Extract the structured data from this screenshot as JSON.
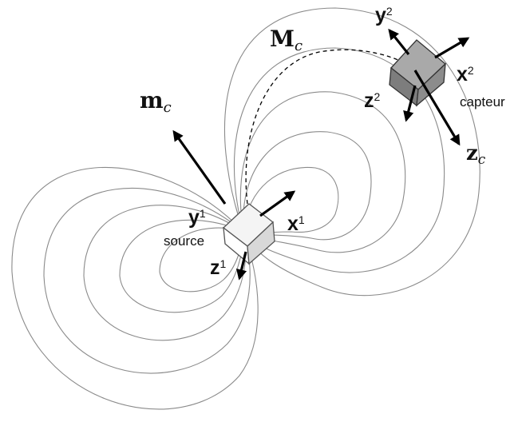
{
  "labels": {
    "source_moment": "m",
    "source_moment_sub": "c",
    "sensor_moment": "M",
    "sensor_moment_sub": "c",
    "sensor_axis": "z",
    "sensor_axis_sub": "c",
    "source_name": "source",
    "sensor_name": "capteur",
    "x1": "x",
    "x1_sub": "1",
    "y1": "y",
    "y1_sub": "1",
    "z1": "z",
    "z1_sub": "1",
    "x2": "x",
    "x2_sub": "2",
    "y2": "y",
    "y2_sub": "2",
    "z2": "z",
    "z2_sub": "2"
  },
  "colors": {
    "field_lines": "#8a8a8a",
    "source_cube": "#f4f4f4",
    "sensor_cube": "#8c8c8c",
    "arrows": "#000000"
  }
}
